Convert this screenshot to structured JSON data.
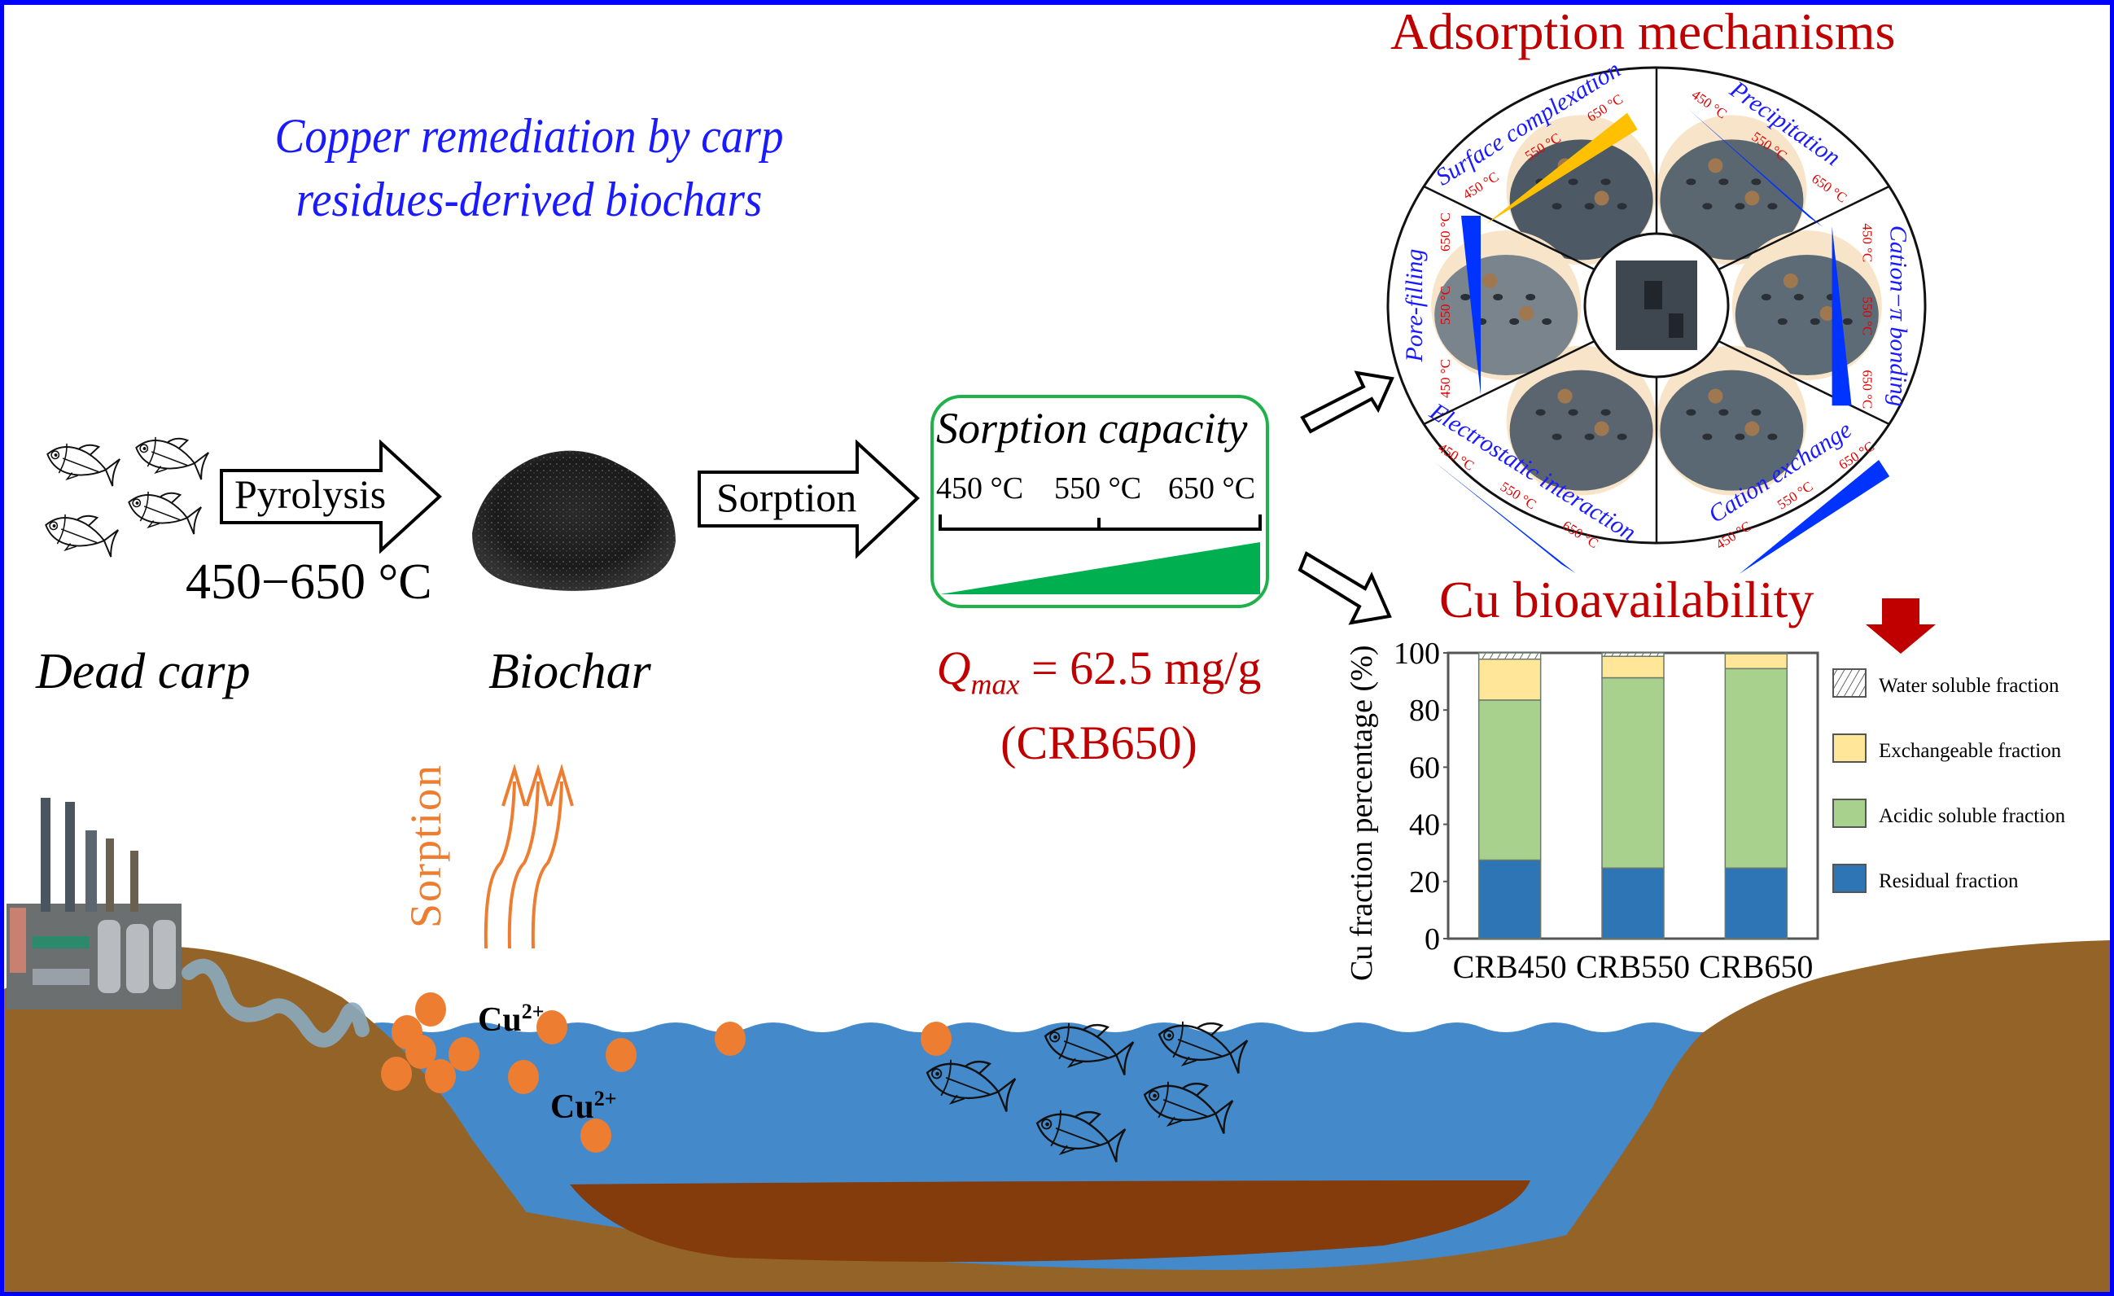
{
  "title": {
    "line1": "Copper remediation by carp",
    "line2": "residues-derived biochars"
  },
  "flow": {
    "feedstock_label": "Dead carp",
    "pyrolysis_arrow_label": "Pyrolysis",
    "pyrolysis_temperature": "450−650 °C",
    "biochar_label": "Biochar",
    "sorption_arrow_label": "Sorption",
    "sorption_capacity": {
      "title": "Sorption capacity",
      "temperatures": [
        "450 °C",
        "550 °C",
        "650 °C"
      ],
      "trend": "increasing"
    },
    "qmax": {
      "symbol": "Q",
      "subscript": "max",
      "value_text": "= 62.5 mg/g",
      "sample": "(CRB650)"
    }
  },
  "mechanisms": {
    "title": "Adsorption mechanisms",
    "items": [
      {
        "name": "Surface complexation",
        "temps": [
          "450 °C",
          "550 °C",
          "650 °C"
        ],
        "trend": "increasing",
        "wedge_color": "#ffc000"
      },
      {
        "name": "Precipitation",
        "temps": [
          "450 °C",
          "550 °C",
          "650 °C"
        ],
        "trend": "decreasing",
        "wedge_color": "#0033ff"
      },
      {
        "name": "Cation−π bonding",
        "temps": [
          "450 °C",
          "550 °C",
          "650 °C"
        ],
        "trend": "increasing",
        "wedge_color": "#0033ff"
      },
      {
        "name": "Cation exchange",
        "temps": [
          "450 °C",
          "550 °C",
          "650 °C"
        ],
        "trend": "increasing",
        "wedge_color": "#0033ff"
      },
      {
        "name": "Electrostatic interaction",
        "temps": [
          "450 °C",
          "550 °C",
          "650 °C"
        ],
        "trend": "decreasing",
        "wedge_color": "#0033ff"
      },
      {
        "name": "Pore-filling",
        "temps": [
          "450 °C",
          "550 °C",
          "650 °C"
        ],
        "trend": "increasing",
        "wedge_color": "#0033ff"
      }
    ]
  },
  "bioavailability": {
    "title": "Cu bioavailability",
    "trend_icon": "down-arrow-icon"
  },
  "chart_data": {
    "type": "bar",
    "stacked": true,
    "title": "",
    "xlabel": "",
    "ylabel": "Cu fraction percentage (%)",
    "ylim": [
      0,
      100
    ],
    "yticks": [
      "0",
      "20",
      "40",
      "60",
      "80",
      "100"
    ],
    "categories": [
      "CRB450",
      "CRB550",
      "CRB650"
    ],
    "legend_position": "right",
    "series": [
      {
        "name": "Residual fraction",
        "color": "#2e75b6",
        "values": [
          27.5,
          24.7,
          24.7
        ]
      },
      {
        "name": "Acidic soluble fraction",
        "color": "#a9d18e",
        "values": [
          56.0,
          66.6,
          69.8
        ]
      },
      {
        "name": "Exchangeable fraction",
        "color": "#ffe699",
        "values": [
          14.3,
          7.5,
          5.2
        ]
      },
      {
        "name": "Water soluble fraction",
        "color": "hatched",
        "values": [
          2.2,
          1.2,
          0.3
        ]
      }
    ],
    "legend_order": [
      "Water soluble fraction",
      "Exchangeable fraction",
      "Acidic soluble fraction",
      "Residual fraction"
    ]
  },
  "environment": {
    "sorption_label": "Sorption",
    "ion_labels": [
      "Cu2+",
      "Cu2+"
    ],
    "ion_base": "Cu",
    "ion_charge": "2+"
  },
  "colors": {
    "border": "#0000ff",
    "title_blue": "#1a1aff",
    "accent_red": "#c00000",
    "soil": "#946328",
    "sediment": "#843c0c",
    "water": "#448acb",
    "ion": "#ed7d31",
    "capacity_green": "#00b050"
  }
}
